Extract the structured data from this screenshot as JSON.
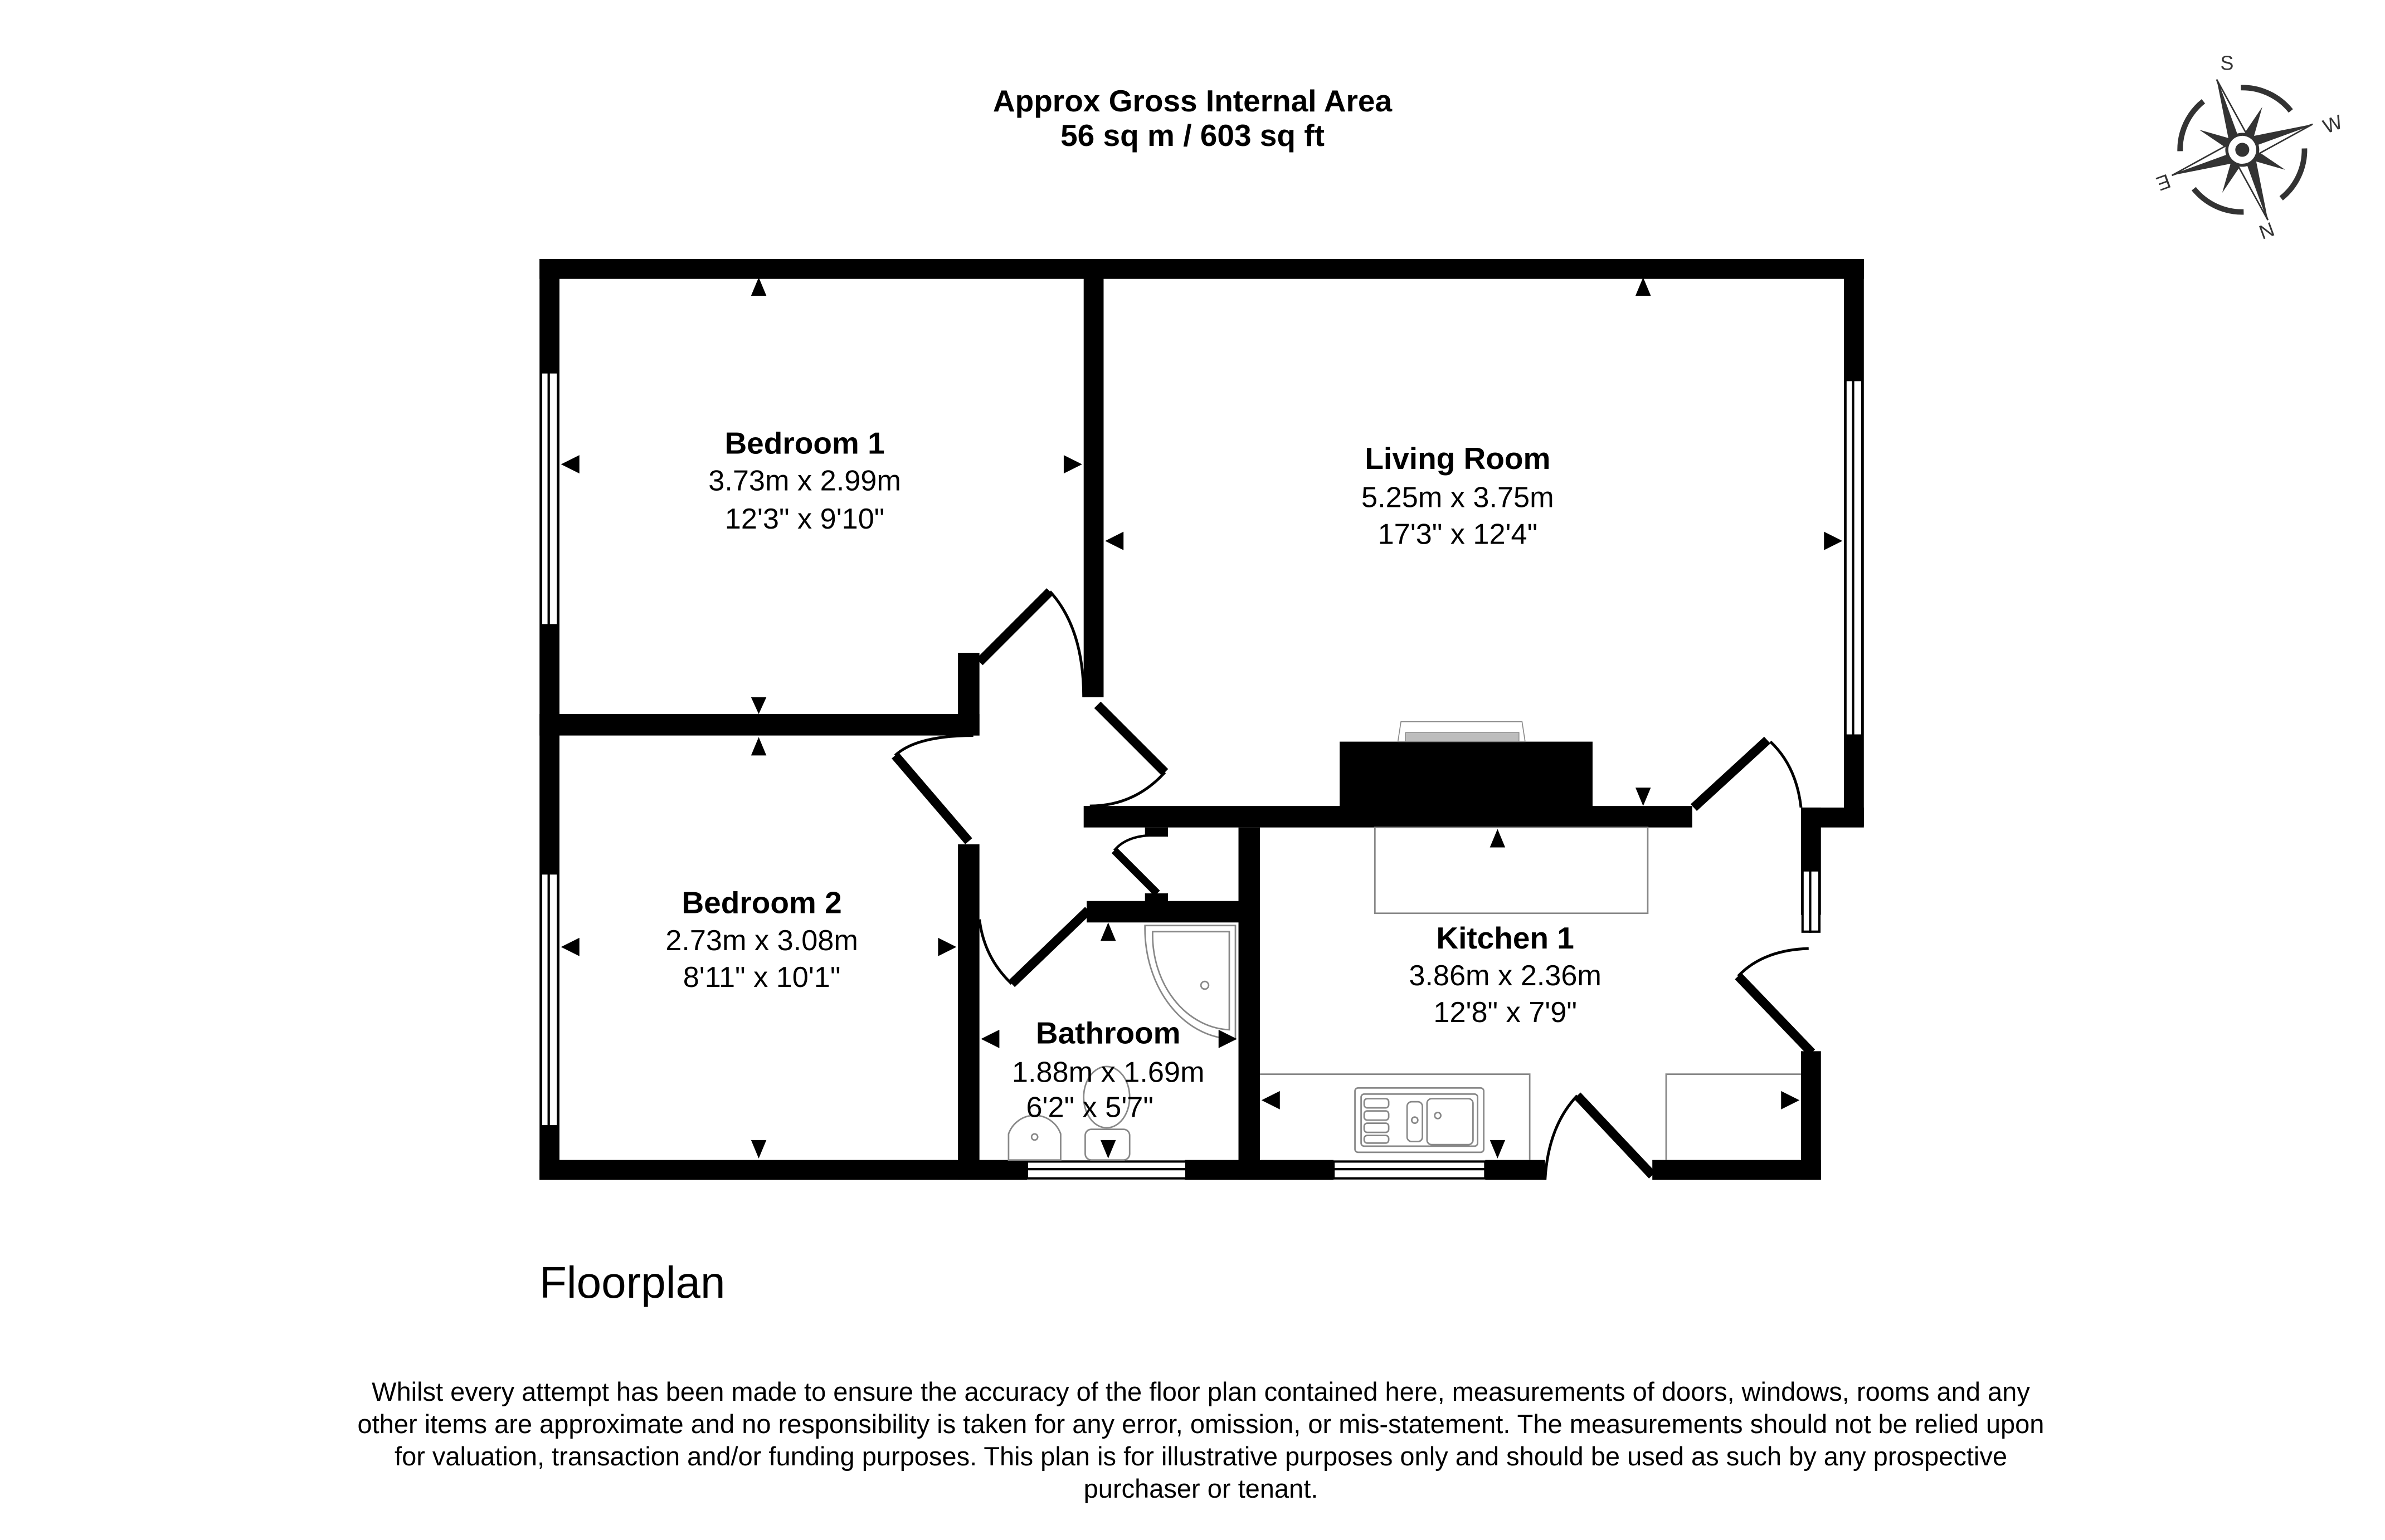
{
  "header": {
    "title": "Approx Gross Internal Area",
    "area": "56 sq m / 603 sq ft"
  },
  "compass": {
    "labels": {
      "top": "S",
      "right": "W",
      "bottom": "N",
      "left": "E"
    },
    "color": "#333333"
  },
  "rooms": [
    {
      "id": "bedroom-1",
      "name": "Bedroom 1",
      "metric": "3.73m x 2.99m",
      "imperial": "12'3\" x 9'10\""
    },
    {
      "id": "living-room",
      "name": "Living Room",
      "metric": "5.25m x 3.75m",
      "imperial": "17'3\" x 12'4\""
    },
    {
      "id": "bedroom-2",
      "name": "Bedroom 2",
      "metric": "2.73m x 3.08m",
      "imperial": "8'11\" x 10'1\""
    },
    {
      "id": "kitchen-1",
      "name": "Kitchen 1",
      "metric": "3.86m x 2.36m",
      "imperial": "12'8\" x 7'9\""
    },
    {
      "id": "bathroom",
      "name": "Bathroom",
      "metric": "1.88m x 1.69m",
      "imperial": "6'2\" x 5'7\""
    }
  ],
  "plan_title": "Floorplan",
  "disclaimer": "Whilst every attempt has been made to ensure the accuracy of the floor plan contained here, measurements of doors, windows, rooms and any other items are approximate and no responsibility is taken for any error, omission, or mis-statement. The measurements should not be relied upon for valuation, transaction and/or funding purposes. This plan is for illustrative purposes only and should be used as such by any prospective purchaser or tenant.",
  "colors": {
    "wall": "#000000",
    "fixture": "#888888",
    "chimney_insert": "#bdbdbd"
  }
}
